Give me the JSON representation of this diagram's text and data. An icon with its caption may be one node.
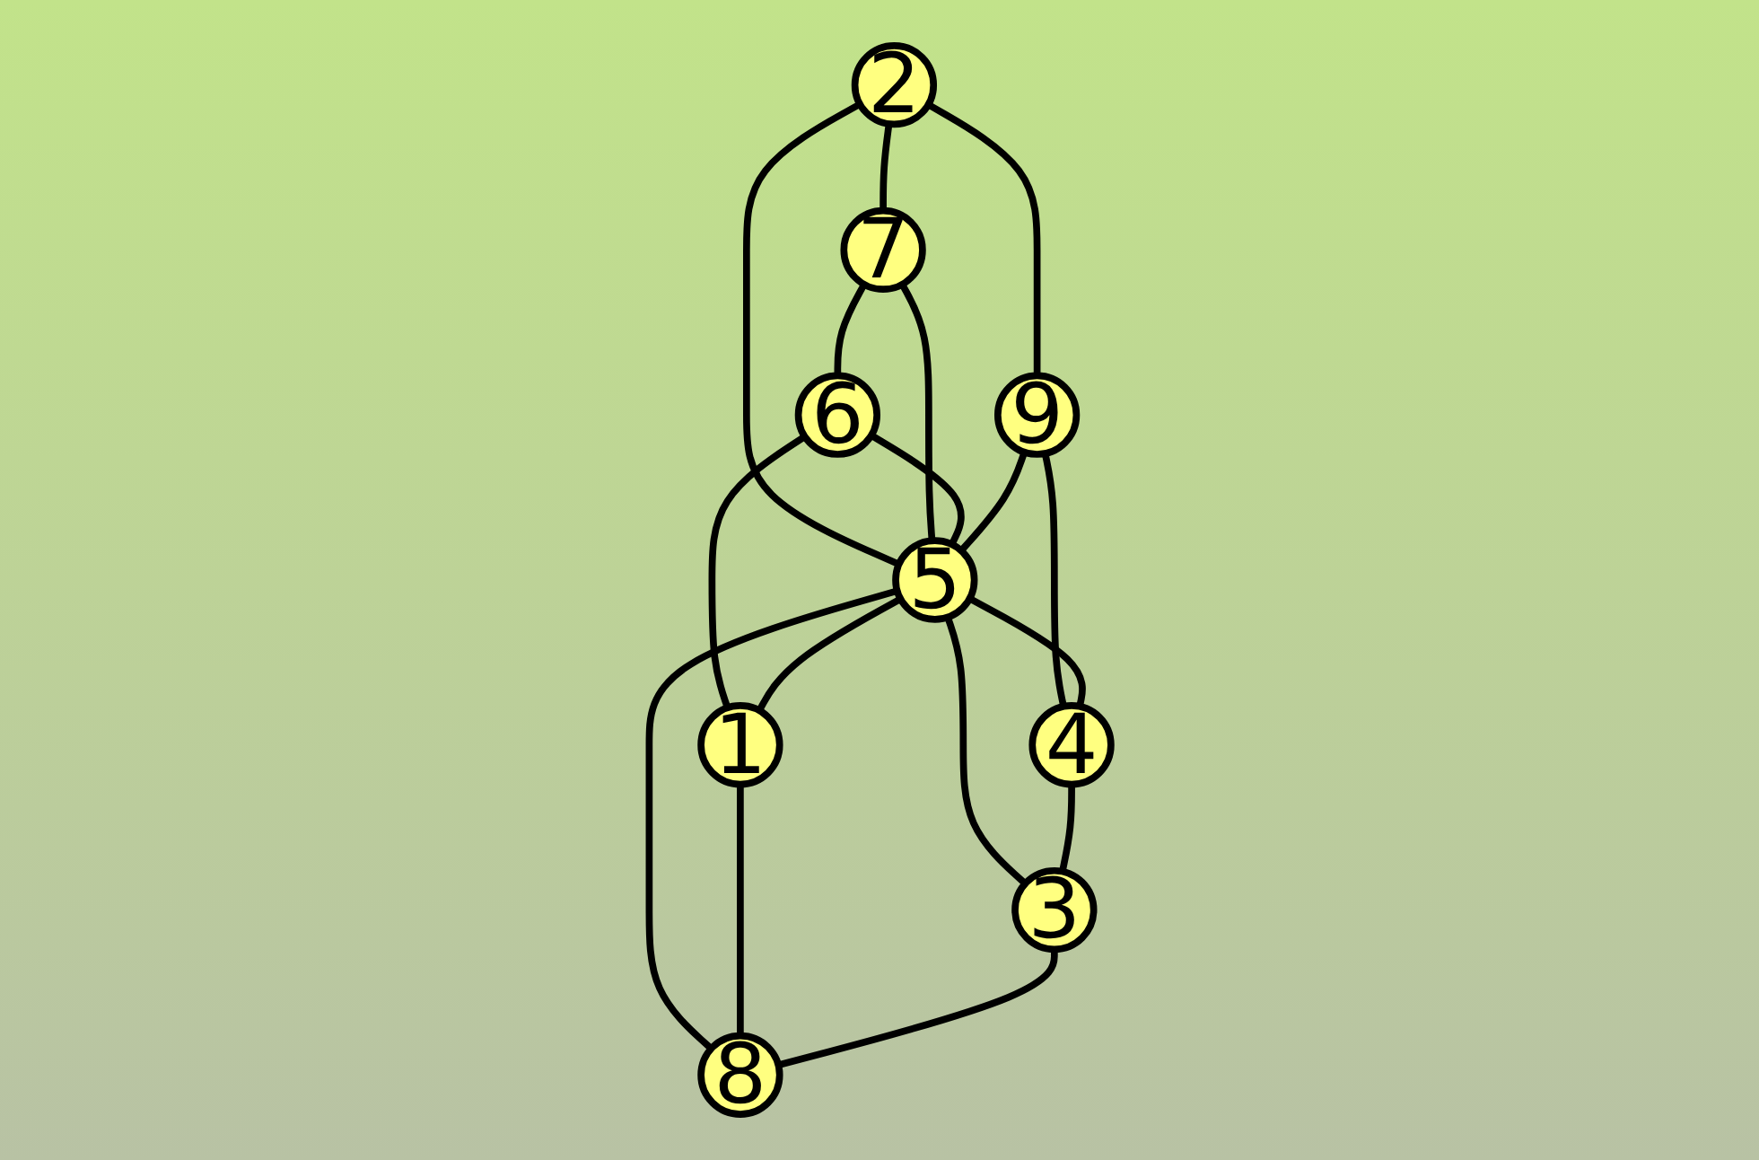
{
  "diagram": {
    "nodes": [
      {
        "text": [
          "2"
        ]
      },
      {
        "text": [
          "7"
        ]
      },
      {
        "text": [
          "6"
        ]
      },
      {
        "text": [
          "9"
        ]
      },
      {
        "text": [
          "5"
        ]
      },
      {
        "text": [
          "1"
        ]
      },
      {
        "text": [
          "4"
        ]
      },
      {
        "text": [
          "3"
        ]
      },
      {
        "text": [
          "8"
        ]
      }
    ],
    "edges": [
      {
        "from": 0,
        "to": 1,
        "arrow": "none"
      },
      {
        "from": 1,
        "to": 2,
        "arrow": "none"
      },
      {
        "from": 0,
        "to": 3,
        "arrow": "none"
      },
      {
        "from": 0,
        "to": 4,
        "arrow": "none"
      },
      {
        "from": 1,
        "to": 4,
        "arrow": "none"
      },
      {
        "from": 2,
        "to": 4,
        "arrow": "none"
      },
      {
        "from": 2,
        "to": 5,
        "arrow": "none"
      },
      {
        "from": 3,
        "to": 4,
        "arrow": "none"
      },
      {
        "from": 4,
        "to": 5,
        "arrow": "none"
      },
      {
        "from": 3,
        "to": 6,
        "arrow": "none"
      },
      {
        "from": 4,
        "to": 6,
        "arrow": "none"
      },
      {
        "from": 4,
        "to": 7,
        "arrow": "none"
      },
      {
        "from": 4,
        "to": 8,
        "arrow": "none"
      },
      {
        "from": 5,
        "to": 8,
        "arrow": "none"
      },
      {
        "from": 6,
        "to": 7,
        "arrow": "none"
      },
      {
        "from": 7,
        "to": 8,
        "arrow": "none"
      }
    ]
  }
}
